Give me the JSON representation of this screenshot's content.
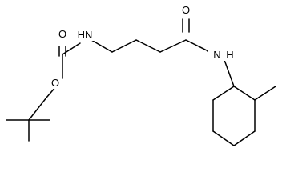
{
  "molecule": {
    "atoms": {
      "carbamate_O_double": "O",
      "carbamate_NH": "N",
      "carbamate_O_ester": "O",
      "amide_O": "O",
      "amide_NH": "N",
      "amide_H": "H",
      "carbamate_H": "H"
    }
  }
}
